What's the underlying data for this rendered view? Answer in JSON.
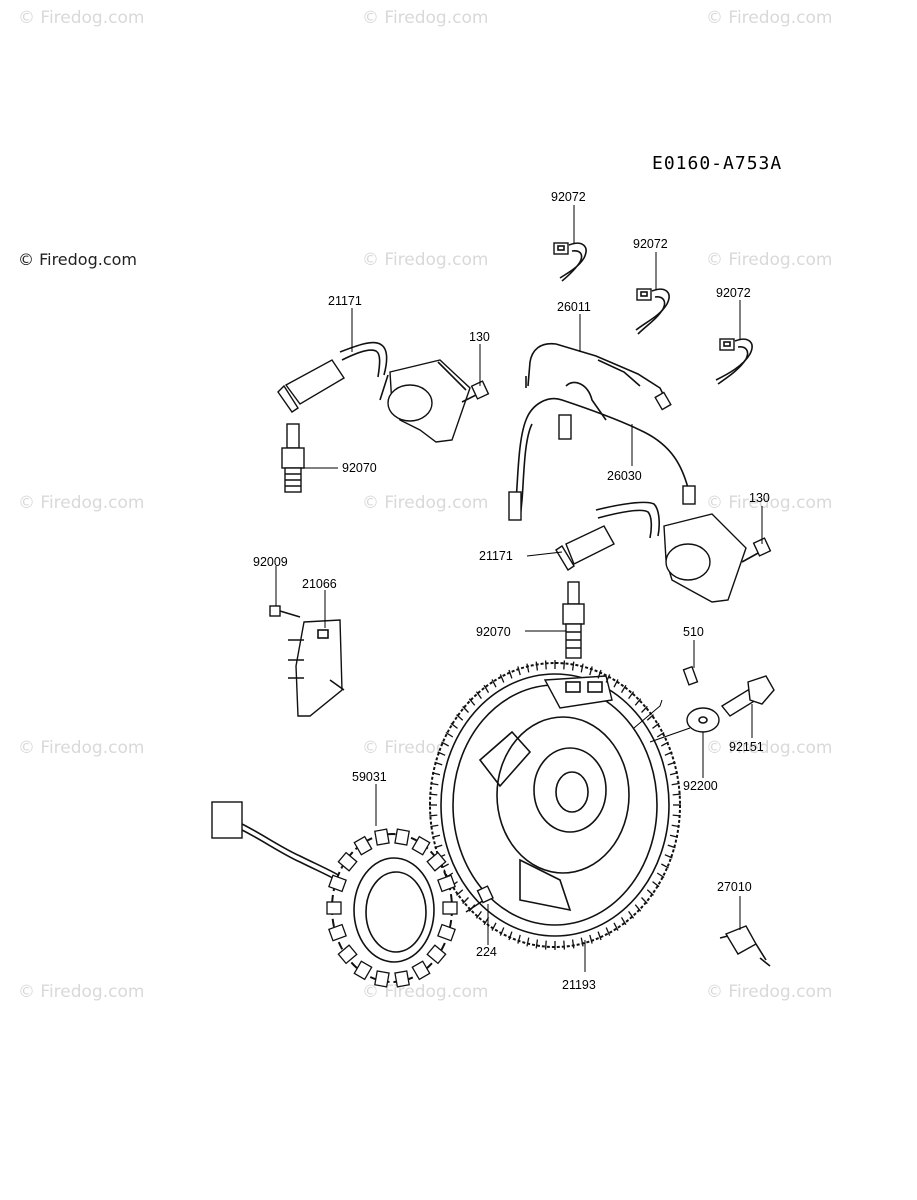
{
  "diagram_code": "E0160-A753A",
  "watermark": "© Firedog.com",
  "watermark_main": "© Firedog.com",
  "parts": {
    "p92072a": "92072",
    "p92072b": "92072",
    "p92072c": "92072",
    "p21171a": "21171",
    "p130a": "130",
    "p26011": "26011",
    "p92070a": "92070",
    "p26030": "26030",
    "p130b": "130",
    "p21171b": "21171",
    "p92009": "92009",
    "p21066": "21066",
    "p92070b": "92070",
    "p510": "510",
    "p92151": "92151",
    "p92200": "92200",
    "p59031": "59031",
    "p27010": "27010",
    "p224": "224",
    "p21193": "21193"
  }
}
